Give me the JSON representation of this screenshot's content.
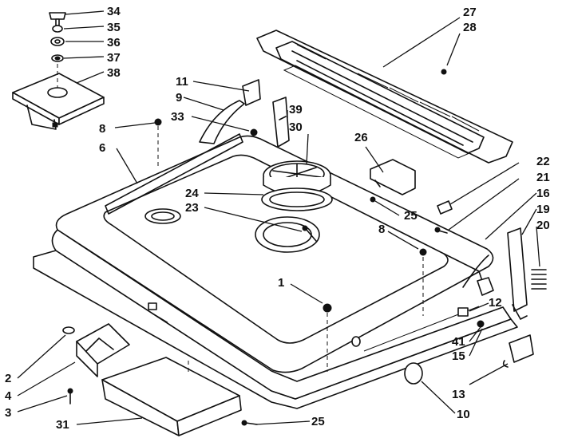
{
  "callouts": [
    {
      "id": "c34",
      "label": "34"
    },
    {
      "id": "c35",
      "label": "35"
    },
    {
      "id": "c36",
      "label": "36"
    },
    {
      "id": "c37",
      "label": "37"
    },
    {
      "id": "c38",
      "label": "38"
    },
    {
      "id": "c27",
      "label": "27"
    },
    {
      "id": "c28",
      "label": "28"
    },
    {
      "id": "c11",
      "label": "11"
    },
    {
      "id": "c9",
      "label": "9"
    },
    {
      "id": "c39",
      "label": "39"
    },
    {
      "id": "c33",
      "label": "33"
    },
    {
      "id": "c30",
      "label": "30"
    },
    {
      "id": "c8a",
      "label": "8"
    },
    {
      "id": "c6",
      "label": "6"
    },
    {
      "id": "c26",
      "label": "26"
    },
    {
      "id": "c22",
      "label": "22"
    },
    {
      "id": "c21",
      "label": "21"
    },
    {
      "id": "c16",
      "label": "16"
    },
    {
      "id": "c19",
      "label": "19"
    },
    {
      "id": "c20",
      "label": "20"
    },
    {
      "id": "c24",
      "label": "24"
    },
    {
      "id": "c23",
      "label": "23"
    },
    {
      "id": "c25a",
      "label": "25"
    },
    {
      "id": "c8b",
      "label": "8"
    },
    {
      "id": "c1",
      "label": "1"
    },
    {
      "id": "c12",
      "label": "12"
    },
    {
      "id": "c41",
      "label": "41"
    },
    {
      "id": "c15",
      "label": "15"
    },
    {
      "id": "c13",
      "label": "13"
    },
    {
      "id": "c2",
      "label": "2"
    },
    {
      "id": "c4",
      "label": "4"
    },
    {
      "id": "c3",
      "label": "3"
    },
    {
      "id": "c10",
      "label": "10"
    },
    {
      "id": "c31",
      "label": "31"
    },
    {
      "id": "c25b",
      "label": "25"
    }
  ]
}
